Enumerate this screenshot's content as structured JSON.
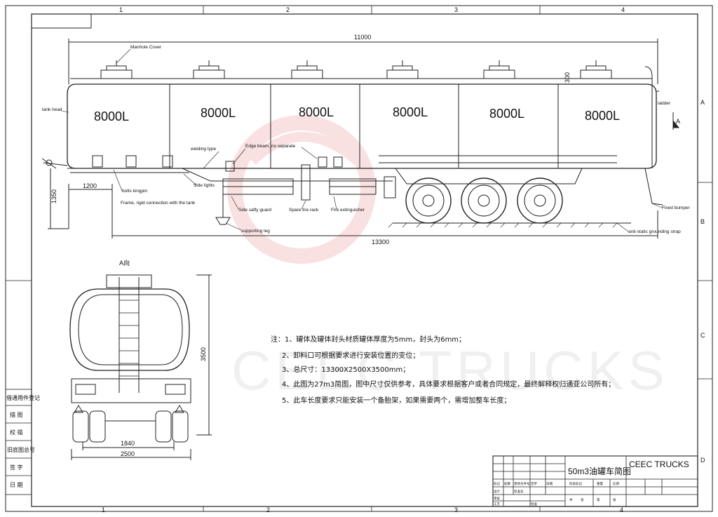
{
  "border": {
    "top_columns": [
      "1",
      "2",
      "3",
      "4"
    ],
    "bottom_columns": [
      "1",
      "2",
      "3",
      "4"
    ],
    "right_rows": [
      "A",
      "B",
      "C",
      "D"
    ]
  },
  "side_view": {
    "overall_length": "11000",
    "total_length": "13300",
    "height": "1350",
    "front_offset": "1200",
    "top_dim": "300",
    "compartments": [
      "8000L",
      "8000L",
      "8000L",
      "8000L",
      "8000L",
      "8000L"
    ],
    "labels": {
      "manhole_cover": "Manhole Cover",
      "tank_head": "tank head",
      "ladder": "ladder",
      "welding_type": "welding type",
      "edge_beam": "Edge beam, no separate",
      "bolts_kingpin": "bolts kingpin",
      "side_lights": "Side lights",
      "frame": "Frame, rigid connection with the tank",
      "side_guard": "Side safty guard",
      "spare_tire": "Spare tire rack",
      "extinguisher": "Fire extinguisher",
      "supporting_leg": "supporting leg",
      "fixed_bumper": "Fixed bumper",
      "grounding": "anti-static grounding strap",
      "view_marker": "A"
    }
  },
  "rear_view": {
    "title": "A向",
    "height": "3500",
    "inner_width": "1840",
    "outer_width": "2500"
  },
  "notes": [
    "注：1、罐体及罐体封头材质罐体厚度为5mm，封头为6mm；",
    "2、卸料口可根据要求进行安装位置的变位；",
    "3、总尺寸：13300X2500X3500mm；",
    "4、此图为27m3简图，图中尺寸仅供参考，具体要求根据客户或者合同规定，最终解释权归通亚公司所有；",
    "5、此车长度要求只能安装一个备胎架，如果需要两个，需增加整车长度；"
  ],
  "left_strip": [
    "借通用件登记",
    "描 图",
    "校 描",
    "旧底图总号",
    "签 字",
    "日 期"
  ],
  "title_block": {
    "title": "50m3油罐车简图",
    "company": "CEEC TRUCKS",
    "cells": [
      "标记",
      "处数",
      "更改文件号",
      "签字",
      "日期",
      "设计",
      "标准化",
      "阶段标记",
      "重量",
      "比例",
      "审核",
      "工艺",
      "批准",
      "共",
      "张",
      "第",
      "张"
    ]
  },
  "watermark": "CEEC TRUCKS"
}
